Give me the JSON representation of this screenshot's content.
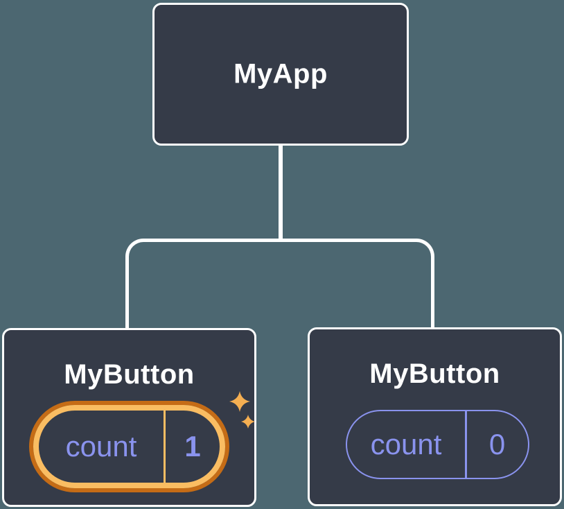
{
  "tree": {
    "root": {
      "label": "MyApp"
    },
    "children": [
      {
        "label": "MyButton",
        "state": {
          "name": "count",
          "value": "1"
        },
        "highlighted": true
      },
      {
        "label": "MyButton",
        "state": {
          "name": "count",
          "value": "0"
        },
        "highlighted": false
      }
    ]
  },
  "colors": {
    "background": "#4C6771",
    "node_fill": "#353B48",
    "node_border": "#FFFFFF",
    "connector": "#FFFFFF",
    "title_text": "#FFFFFF",
    "state_text": "#8A93EE",
    "state_pill_border": "#8A93EE",
    "highlight_ring_outer": "#C56C16",
    "highlight_ring_inner": "#FABD62",
    "sparkle": "#F5AF52"
  }
}
